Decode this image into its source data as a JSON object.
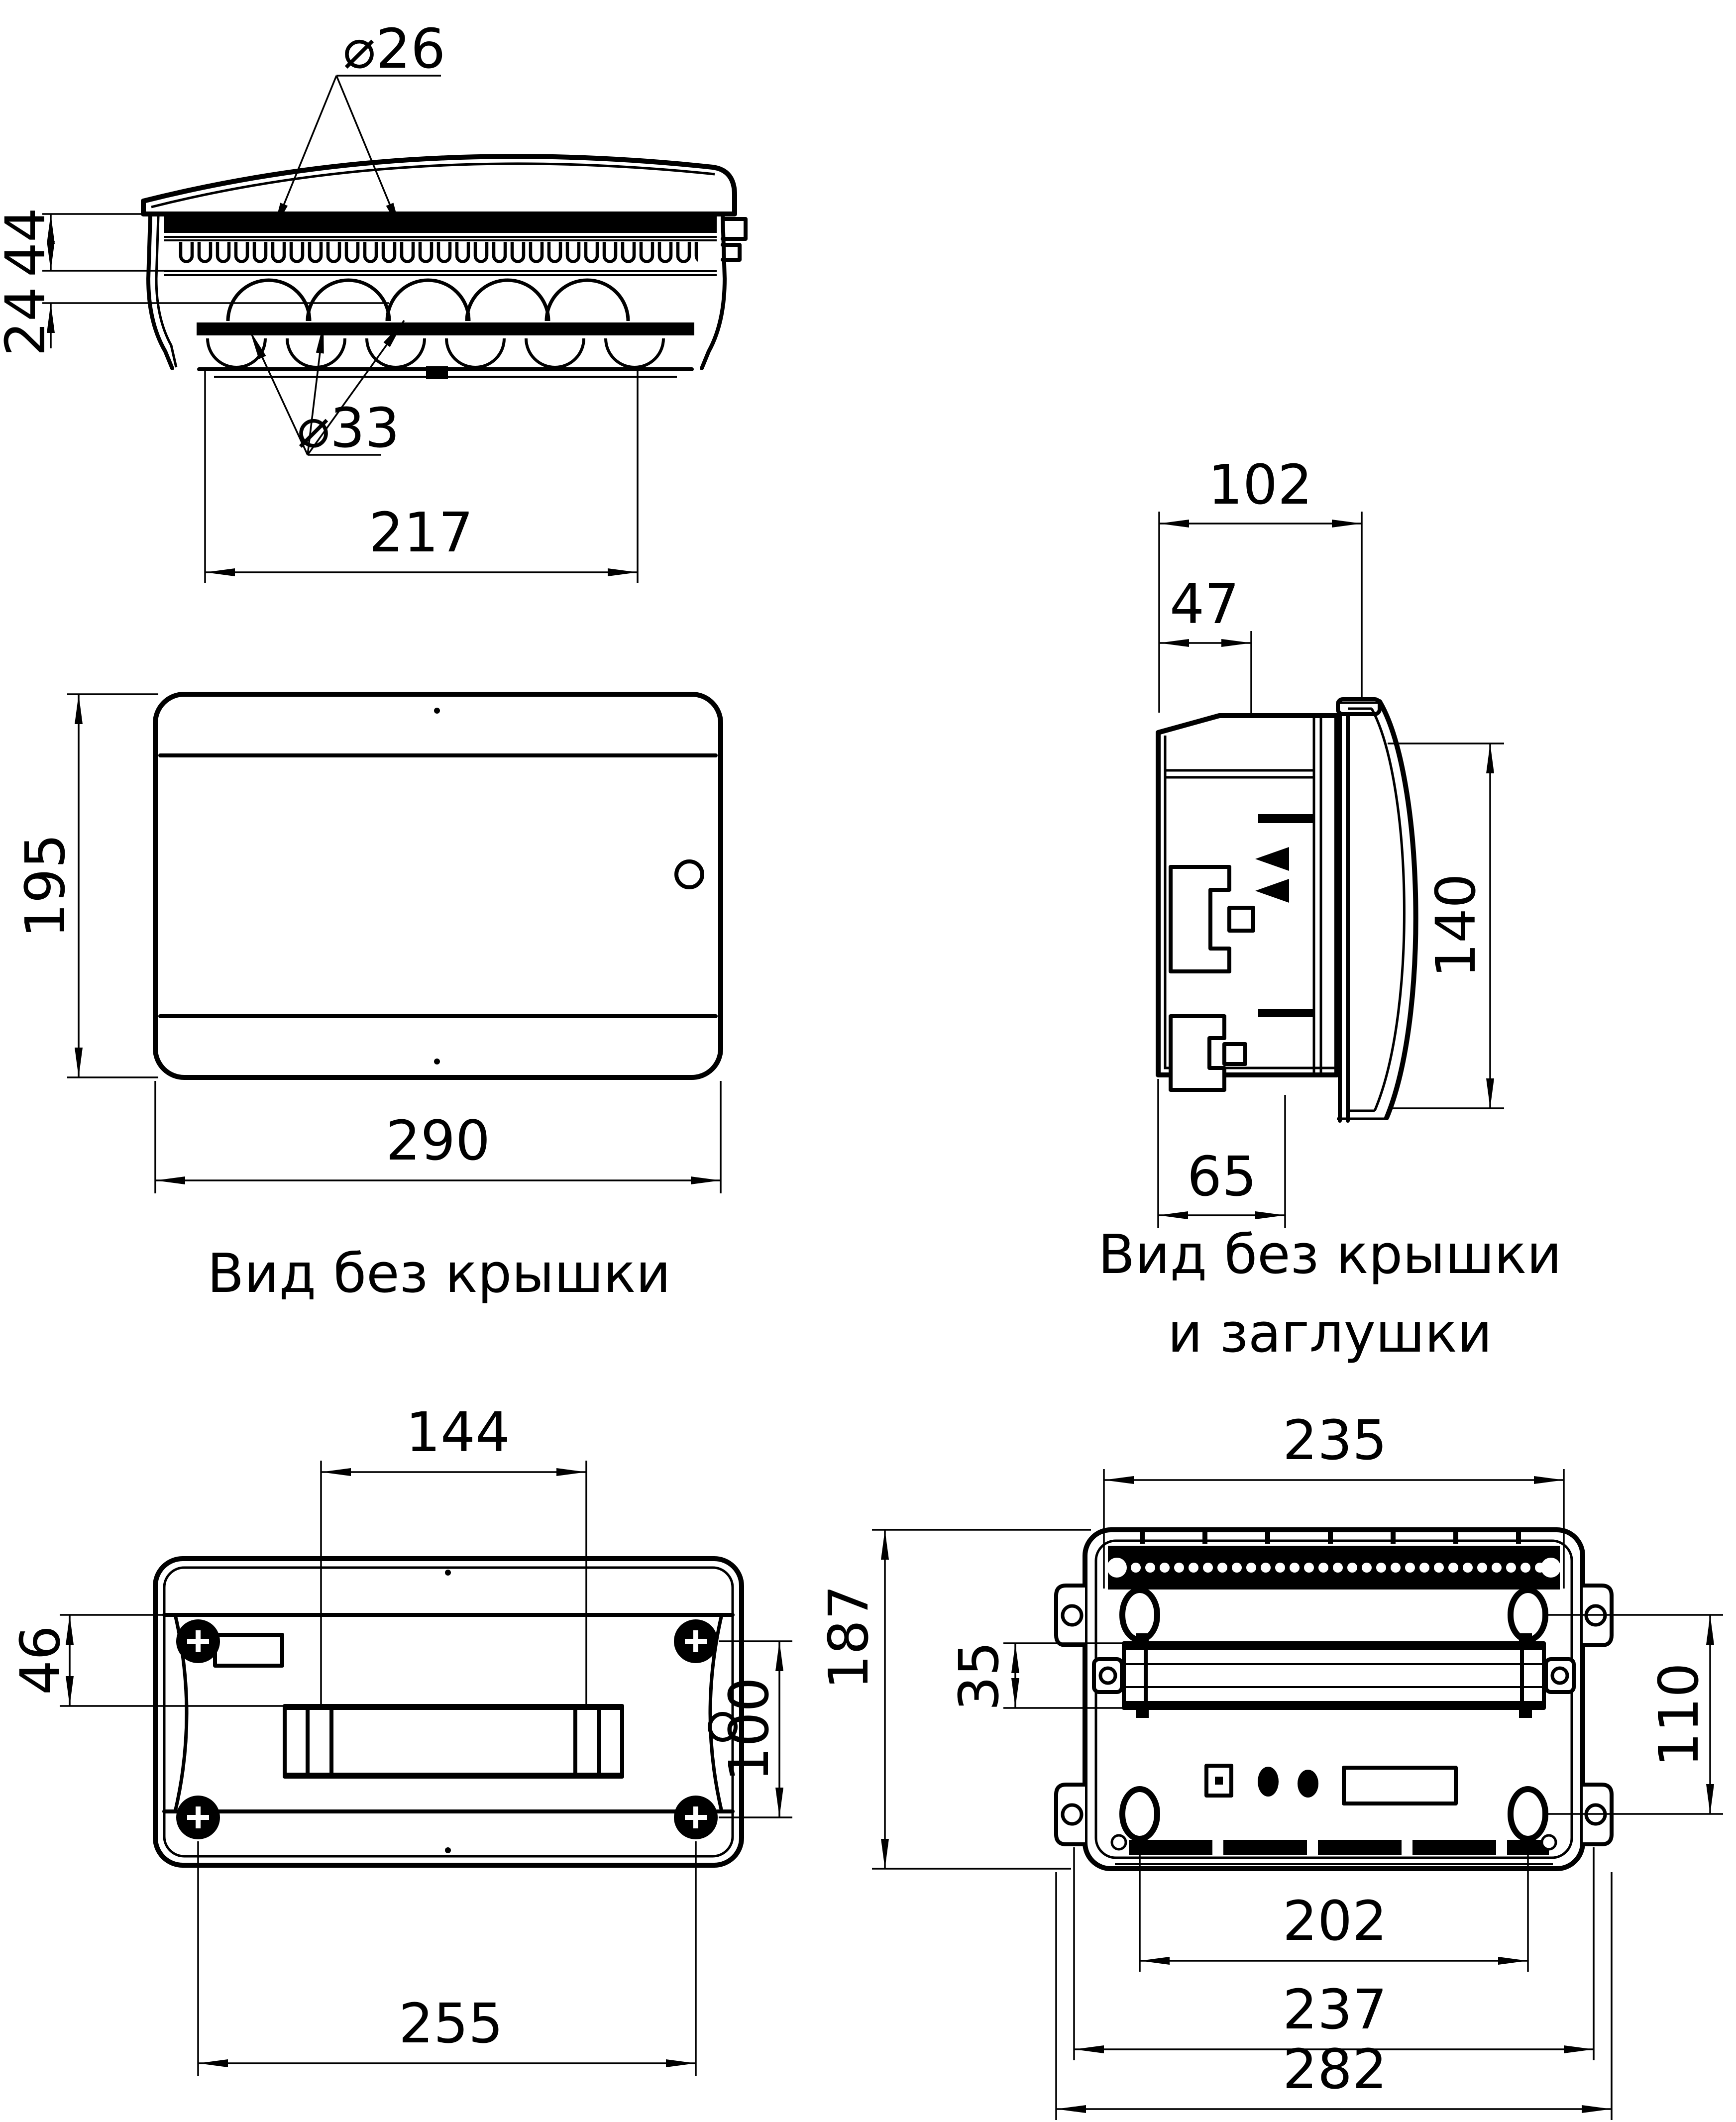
{
  "captions": {
    "left": "Вид без крышки",
    "right_line1": "Вид без крышки",
    "right_line2": "и заглушки"
  },
  "top_view": {
    "dims": {
      "d26": "⌀26",
      "d33": "⌀33",
      "h44": "44",
      "h24": "24",
      "w217": "217"
    }
  },
  "front_view": {
    "dims": {
      "h195": "195",
      "w290": "290"
    }
  },
  "side_view": {
    "dims": {
      "w102": "102",
      "w47": "47",
      "h140": "140",
      "w65": "65"
    }
  },
  "bottom_view_no_cover": {
    "dims": {
      "w144": "144",
      "h46": "46",
      "h100": "100",
      "w255": "255"
    }
  },
  "back_view_no_cover_plug": {
    "dims": {
      "w235": "235",
      "h187": "187",
      "h35": "35",
      "h110": "110",
      "w202": "202",
      "w237": "237",
      "w282": "282"
    }
  }
}
